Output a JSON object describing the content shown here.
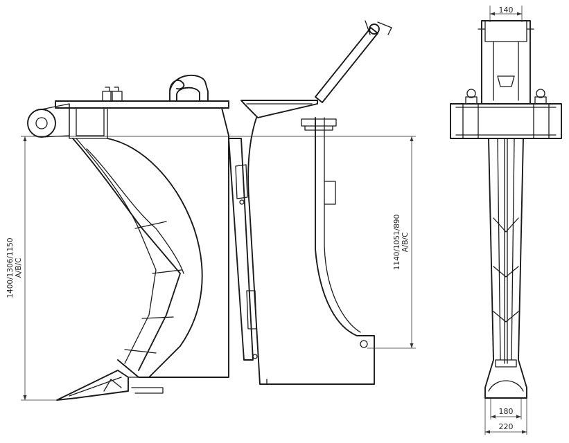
{
  "dimensions": {
    "top_width": "140",
    "left_height": "1400/1306/1150",
    "left_variant": "A/B/C",
    "mid_height": "1140/1051/890",
    "mid_variant": "A/B/C",
    "bottom_inner": "180",
    "bottom_outer": "220"
  }
}
